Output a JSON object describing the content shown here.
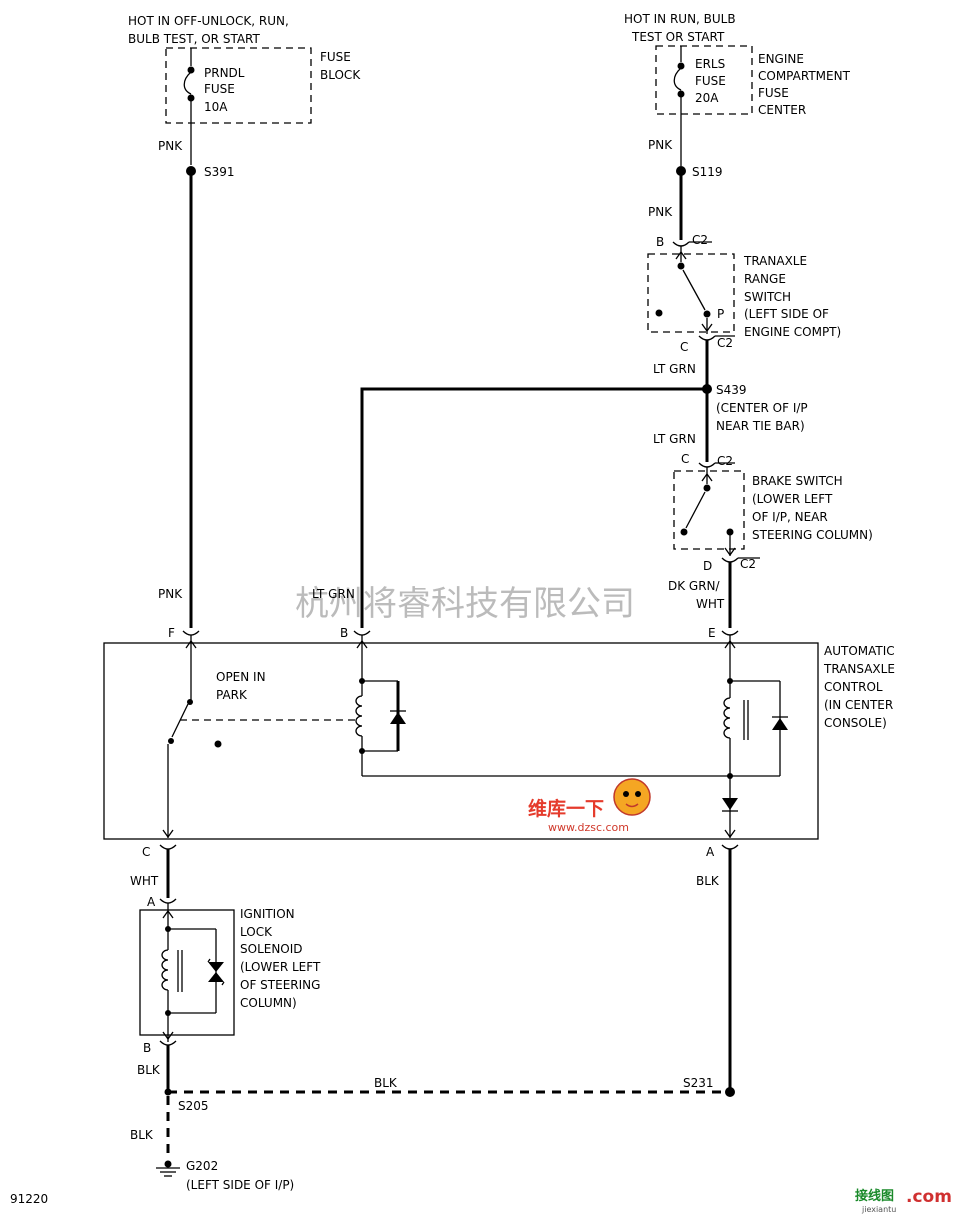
{
  "fuse_left": {
    "hot_label_1": "HOT IN OFF-UNLOCK, RUN,",
    "hot_label_2": "BULB TEST, OR START",
    "fuse_name_1": "PRNDL",
    "fuse_name_2": "FUSE",
    "fuse_rating": "10A",
    "location_1": "FUSE",
    "location_2": "BLOCK"
  },
  "fuse_right": {
    "hot_label_1": "HOT IN RUN, BULB",
    "hot_label_2": "TEST OR START",
    "fuse_name_1": "ERLS",
    "fuse_name_2": "FUSE",
    "fuse_rating": "20A",
    "location_1": "ENGINE",
    "location_2": "COMPARTMENT",
    "location_3": "FUSE",
    "location_4": "CENTER"
  },
  "wires": {
    "pnk": "PNK",
    "lt_grn": "LT GRN",
    "dk_grn_1": "DK GRN/",
    "dk_grn_2": "WHT",
    "wht": "WHT",
    "blk": "BLK"
  },
  "splices": {
    "s391": "S391",
    "s119": "S119",
    "s439": "S439",
    "s439_loc_1": "(CENTER OF I/P",
    "s439_loc_2": "NEAR TIE BAR)",
    "s205": "S205",
    "s231": "S231"
  },
  "connectors": {
    "b": "B",
    "c": "C",
    "c2": "C2",
    "p": "P",
    "d": "D",
    "f": "F",
    "e": "E",
    "a": "A"
  },
  "tranaxle_switch": {
    "line_1": "TRANAXLE",
    "line_2": "RANGE",
    "line_3": "SWITCH",
    "line_4": "(LEFT SIDE OF",
    "line_5": "ENGINE COMPT)"
  },
  "brake_switch": {
    "line_1": "BRAKE SWITCH",
    "line_2": "(LOWER LEFT",
    "line_3": "OF I/P, NEAR",
    "line_4": "STEERING COLUMN)"
  },
  "control": {
    "line_1": "AUTOMATIC",
    "line_2": "TRANSAXLE",
    "line_3": "CONTROL",
    "line_4": "(IN CENTER",
    "line_5": "CONSOLE)",
    "open_1": "OPEN IN",
    "open_2": "PARK"
  },
  "solenoid": {
    "line_1": "IGNITION",
    "line_2": "LOCK",
    "line_3": "SOLENOID",
    "line_4": "(LOWER LEFT",
    "line_5": "OF STEERING",
    "line_6": "COLUMN)"
  },
  "ground": {
    "name": "G202",
    "location": "(LEFT SIDE OF I/P)"
  },
  "figure_id": "91220",
  "watermark": "杭州将睿科技有限公司",
  "logo_dzsc": {
    "line_1": "维库一下",
    "url": "www.dzsc.com"
  },
  "logo_jiexiantu": {
    "brand": "接线图",
    "domain": ".com",
    "sub": "jiexiantu"
  }
}
